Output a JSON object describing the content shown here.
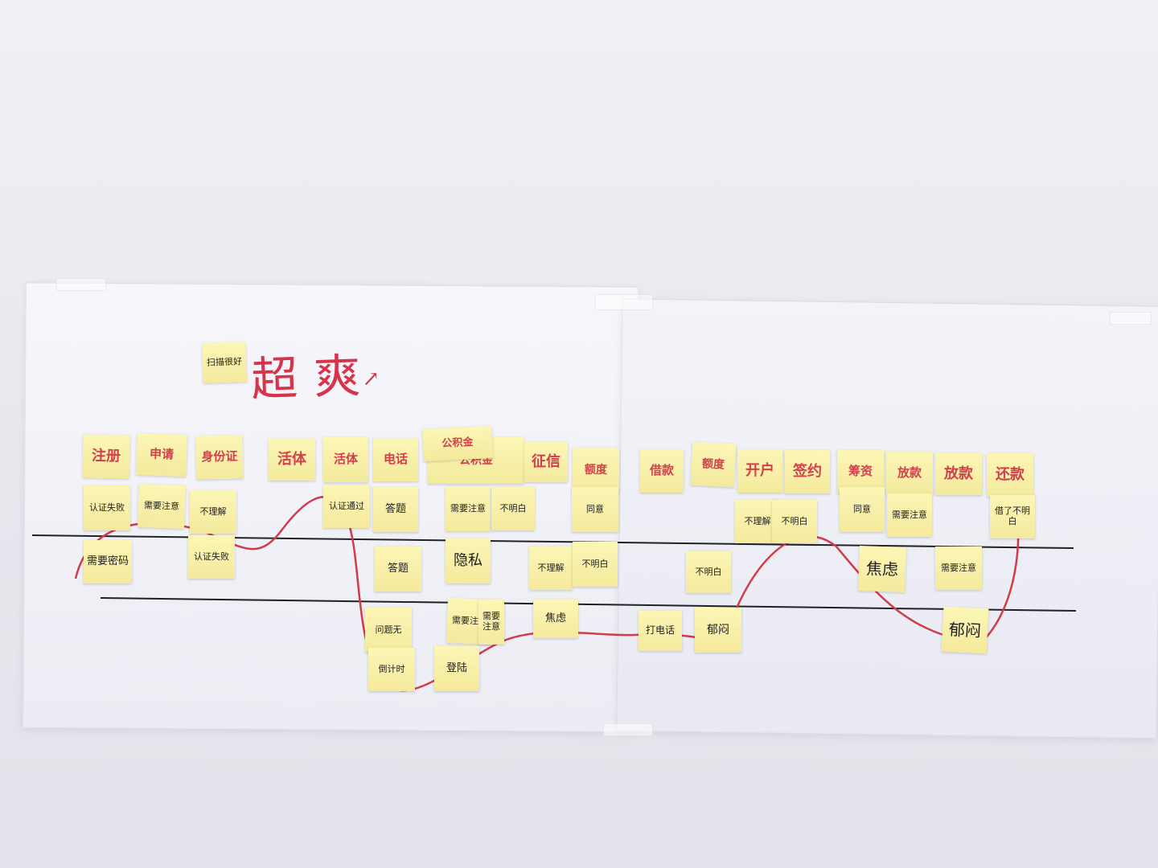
{
  "title": "超爽",
  "title_note": "扫描很好",
  "header_notes": [
    "注册",
    "申请",
    "身份证",
    "活体",
    "活体",
    "电话",
    "公积金",
    "征信",
    "额度",
    "借款",
    "额度",
    "开户",
    "签约",
    "筹资",
    "放款",
    "还款"
  ],
  "positive_notes": [
    "扫描很好",
    "认证通过",
    "答题",
    "同意"
  ],
  "neutral_notes": [
    "需要密码",
    "隐私",
    "问题无",
    "需要注意"
  ],
  "negative_notes": [
    "认证失败",
    "倒计时",
    "登陆",
    "打电话",
    "焦虑",
    "郁闷",
    "不理解",
    "不明白",
    "借了不明白"
  ],
  "colors": {
    "wall": "#ececf1",
    "paper": "#f4f4f9",
    "note": "#f7efa8",
    "accent": "#d6344a",
    "line": "#222222"
  }
}
